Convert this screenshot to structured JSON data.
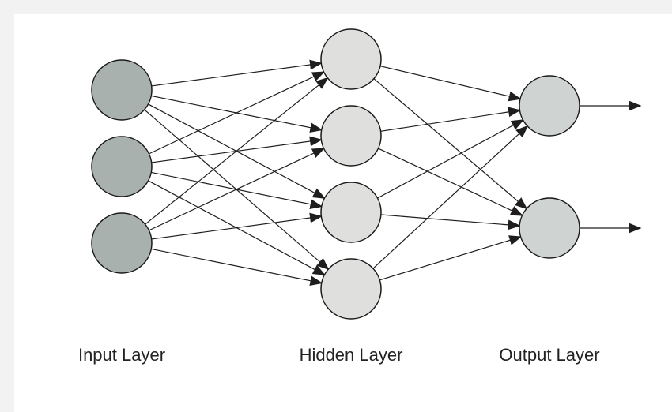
{
  "layers": [
    {
      "label": "Input Layer",
      "node_count": 3,
      "fill": "#a9b1ae"
    },
    {
      "label": "Hidden Layer",
      "node_count": 4,
      "fill": "#dfe0de"
    },
    {
      "label": "Output Layer",
      "node_count": 2,
      "fill": "#cfd4d2"
    }
  ],
  "connectivity": "fully-connected",
  "outputs_have_arrows": true
}
